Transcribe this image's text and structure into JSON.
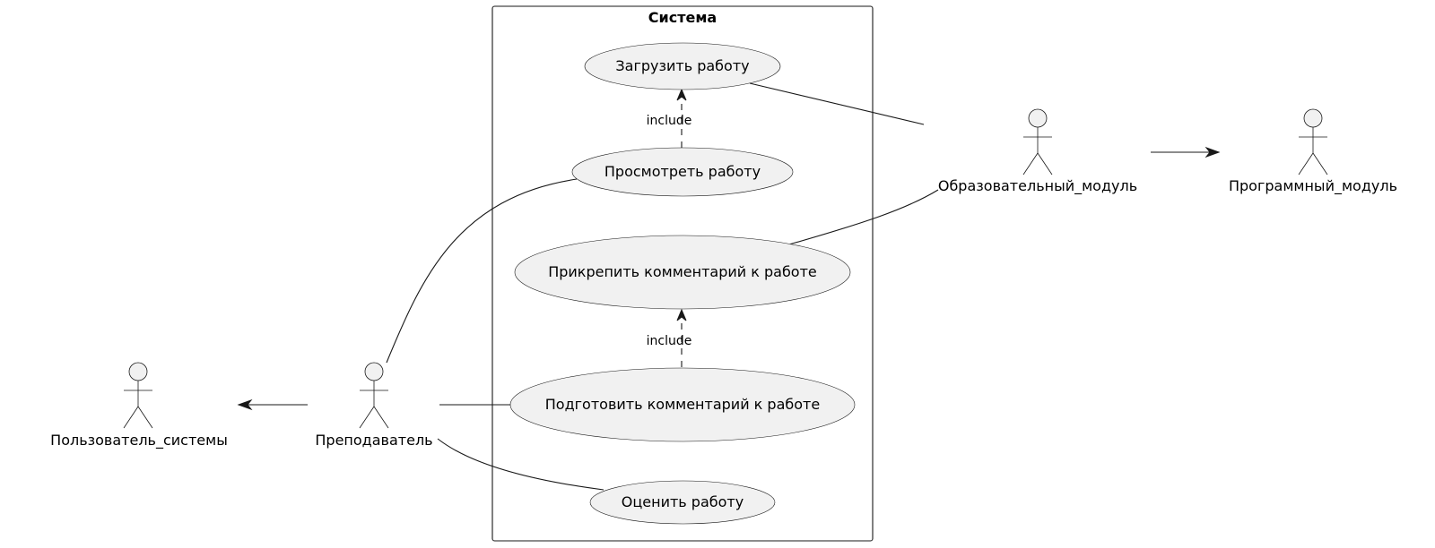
{
  "system": {
    "title": "Система"
  },
  "use_cases": {
    "upload": "Загрузить работу",
    "view": "Просмотреть работу",
    "attach_comment": "Прикрепить комментарий к работе",
    "prepare_comment": "Подготовить комментарий к работе",
    "grade": "Оценить работу"
  },
  "actors": {
    "user": "Пользователь_системы",
    "teacher": "Преподаватель",
    "edu_module": "Образовательный_модуль",
    "program_module": "Программный_модуль"
  },
  "relations": {
    "include_1": "include",
    "include_2": "include"
  }
}
